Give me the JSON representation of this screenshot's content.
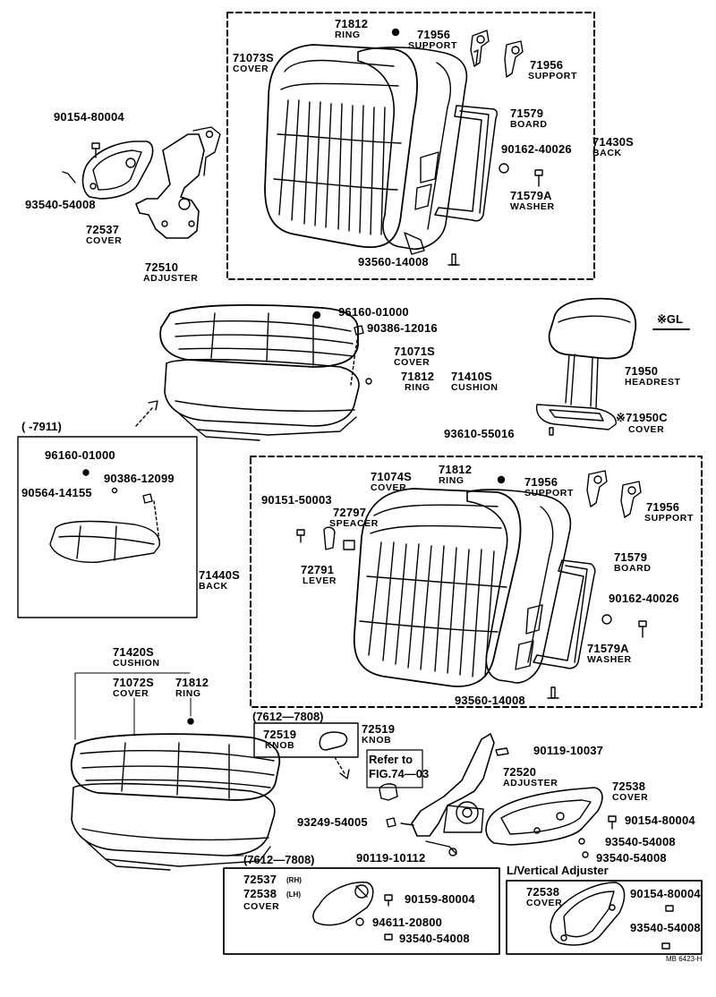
{
  "diagram": {
    "labels": {
      "l01": "71812",
      "l02": "RING",
      "l03": "71956",
      "l04": "SUPPORT",
      "l05": "71073S",
      "l06": "COVER",
      "l07": "71956",
      "l08": "SUPPORT",
      "l09": "71579",
      "l10": "BOARD",
      "l11": "71430S",
      "l12": "BACK",
      "l13": "90162-40026",
      "l14": "71579A",
      "l15": "WASHER",
      "l16": "93560-14008",
      "l17": "90154-80004",
      "l18": "93540-54008",
      "l19": "72537",
      "l20": "COVER",
      "l21": "72510",
      "l22": "ADJUSTER",
      "l23": "96160-01000",
      "l24": "90386-12016",
      "l25": "71071S",
      "l26": "COVER",
      "l27": "71812",
      "l28": "RING",
      "l29": "71410S",
      "l30": "CUSHION",
      "l31": "※GL",
      "l32": "71950",
      "l33": "HEADREST",
      "l34": "93610-55016",
      "l35": "※71950C",
      "l36": "COVER",
      "l37": "(      -7911)",
      "l38": "96160-01000",
      "l39": "90386-12099",
      "l40": "90564-14155",
      "l41": "71440S",
      "l42": "BACK",
      "l43": "71074S",
      "l44": "COVER",
      "l45": "71812",
      "l46": "RING",
      "l47": "71956",
      "l48": "SUPPORT",
      "l49": "71956",
      "l50": "SUPPORT",
      "l51": "90151-50003",
      "l52": "72797",
      "l53": "SPEACER",
      "l54": "72791",
      "l55": "LEVER",
      "l56": "71579",
      "l57": "BOARD",
      "l58": "90162-40026",
      "l59": "71579A",
      "l60": "WASHER",
      "l61": "93560-14008",
      "l62": "71420S",
      "l63": "CUSHION",
      "l64": "71072S",
      "l65": "COVER",
      "l66": "71812",
      "l67": "RING",
      "l68": "(7612—7808)",
      "l69": "72519",
      "l70": "KNOB",
      "l71": "72519",
      "l72": "KNOB",
      "l73": "Refer to",
      "l74": "FIG.74—03",
      "l75": "90119-10037",
      "l76": "72520",
      "l77": "ADJUSTER",
      "l78": "72538",
      "l79": "COVER",
      "l80": "90154-80004",
      "l81": "93249-54005",
      "l82": "93540-54008",
      "l83": "93540-54008",
      "l84": "90119-10112",
      "l85": "(7612—7808)",
      "l86": "L/Vertical Adjuster",
      "l87": "72537",
      "l88": "(RH)",
      "l89": "72538",
      "l90": "(LH)",
      "l91": "COVER",
      "l92": "90159-80004",
      "l93": "94611-20800",
      "l94": "93540-54008",
      "l95": "72538",
      "l96": "COVER",
      "l97": "90154-80004",
      "l98": "93540-54008",
      "l99": "MB 6423-H"
    }
  }
}
